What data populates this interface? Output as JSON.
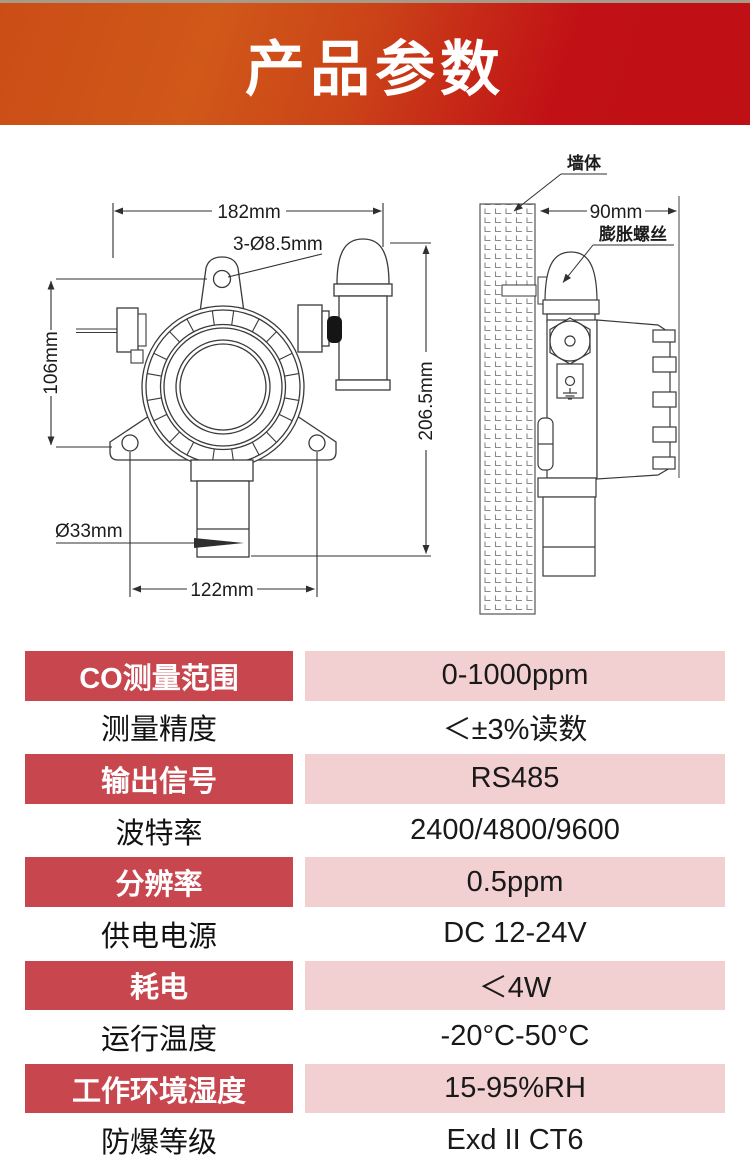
{
  "header": {
    "title": "产品参数"
  },
  "diagram": {
    "front": {
      "dim_width": "182mm",
      "hole_callout": "3-Ø8.5mm",
      "dim_bracket_height": "106mm",
      "dim_total_height": "206.5mm",
      "dim_sensor_diameter": "Ø33mm",
      "dim_hole_spacing": "122mm"
    },
    "side": {
      "wall_label": "墙体",
      "dim_depth": "90mm",
      "screw_label": "膨胀螺丝"
    }
  },
  "spec_table": {
    "accent_color": "#c8474f",
    "value_bg_color": "#f2cfd1",
    "rows": [
      {
        "label": "CO测量范围",
        "value": "0-1000ppm"
      },
      {
        "label": "测量精度",
        "value": "＜±3%读数"
      },
      {
        "label": "输出信号",
        "value": "RS485"
      },
      {
        "label": "波特率",
        "value": "2400/4800/9600"
      },
      {
        "label": "分辨率",
        "value": "0.5ppm"
      },
      {
        "label": "供电电源",
        "value": "DC 12-24V"
      },
      {
        "label": "耗电",
        "value": "＜4W"
      },
      {
        "label": "运行温度",
        "value": "-20°C-50°C"
      },
      {
        "label": "工作环境湿度",
        "value": "15-95%RH"
      },
      {
        "label": "防爆等级",
        "value": "Exd II CT6"
      }
    ]
  }
}
